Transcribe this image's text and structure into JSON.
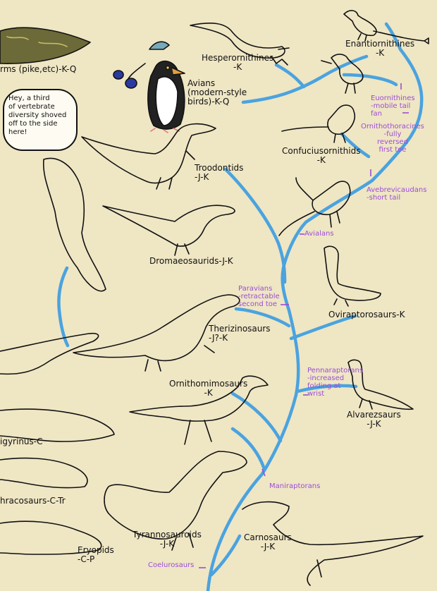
{
  "colors": {
    "background": "#efe6c4",
    "branch": "#4aa3df",
    "node_label": "#9b4dd6",
    "text": "#111111"
  },
  "speech_bubble": "Hey, a third\nof vertebrate\ndiversity shoved\noff to the side\nhere!",
  "taxa": {
    "fish": "rms (pike,etc)-K-Q",
    "hesperornithines": "Hesperornithines\n-K",
    "enantiornithines": "Enantiornithines\n-K",
    "avians": "Avians\n(modern-style\nbirds)-K-Q",
    "confuciusornithids": "Confuciusornithids\n-K",
    "troodontids": "Troodontids\n-J-K",
    "dromaeosaurids": "Dromaeosaurids-J-K",
    "oviraptorosaurs": "Oviraptorosaurs-K",
    "therizinosaurs": "Therizinosaurs\n-J?-K",
    "ornithomimosaurs": "Ornithomimosaurs\n-K",
    "alvarezsaurs": "Alvarezsaurs\n-J-K",
    "tyrannosauroids": "Tyrannosauroids\n-J-K",
    "carnosaurs": "Carnosaurs\n-J-K",
    "igyrinus": "igyrinus-C",
    "thracosaurs": "hracosaurs-C-Tr",
    "eryopids": "Eryopids\n-C-P"
  },
  "clade_nodes": {
    "euornithines": "Euornithines\n-mobile tail\nfan",
    "ornithothoracines": "Ornithothoracines\n-fully\nreversed\nfirst toe",
    "avebrevicaudans": "Avebrevicaudans\n-short tail",
    "avialans": "Avialans",
    "paravians": "Paravians\n-retractable\nsecond toe",
    "pennaraptorans": "Pennaraptorans\n-increased\nfolding at\nwrist",
    "maniraptorans": "Maniraptorans",
    "coelurosaurs": "Coelurosaurs"
  },
  "icons": [
    "pike-fish-icon",
    "penguin-icon",
    "hesperornis-icon",
    "enantiornithine-icon",
    "euornithine-bird-icon",
    "confuciusornis-icon",
    "troodontid-icon",
    "archaeopteryx-icon",
    "dromaeosaurid-icon",
    "oviraptorosaur-icon",
    "therizinosaur-icon",
    "alvarezsaur-icon",
    "ornithomimosaur-icon",
    "tyrannosaur-icon",
    "carnosaur-icon",
    "amphibian-icon"
  ]
}
